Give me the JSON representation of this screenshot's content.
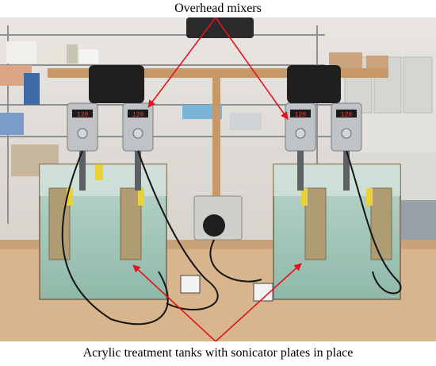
{
  "captions": {
    "top": "Overhead mixers",
    "bottom": "Acrylic treatment tanks with sonicator plates in place"
  },
  "display_readouts": [
    "120",
    "120",
    "120",
    "120"
  ],
  "colors": {
    "annotation_arrow": "#e0141e",
    "tank_water": "#9fc7b8",
    "bench": "#d8b58c",
    "mixer_body": "#bfc3c6",
    "mixer_display": "#c81e24"
  }
}
